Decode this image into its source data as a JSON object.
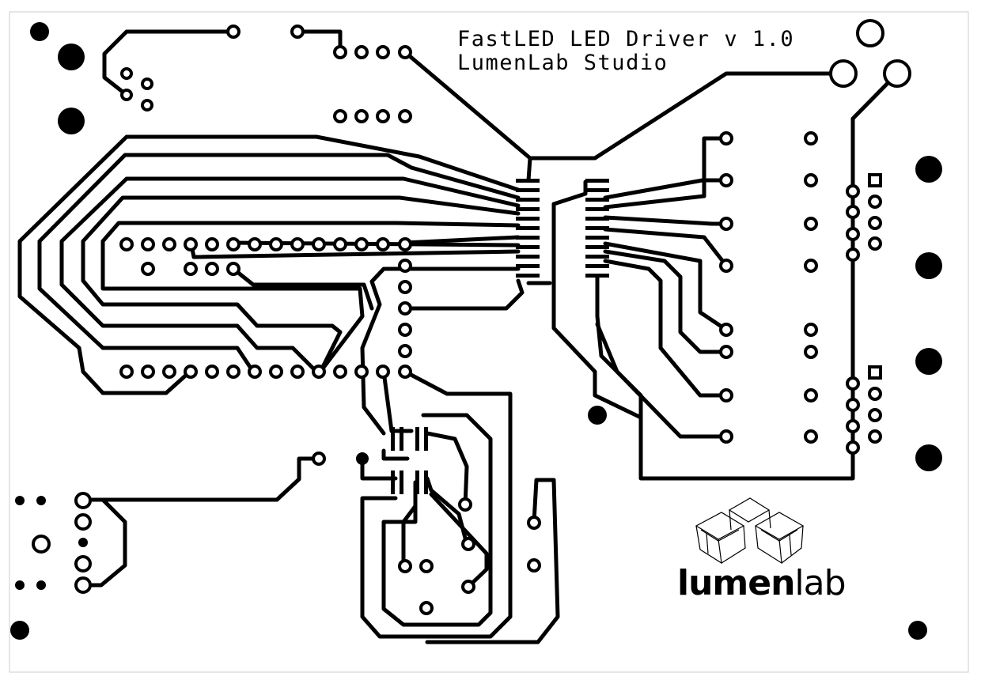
{
  "board": {
    "title_line_1": "FastLED LED Driver v 1.0",
    "title_line_2": "LumenLab Studio",
    "trace_color": "#000000",
    "background_color": "#ffffff",
    "border_color": "#cccccc"
  },
  "logo": {
    "word_bold": "lumen",
    "word_light": "lab",
    "icon": "cubes-logo-icon"
  }
}
